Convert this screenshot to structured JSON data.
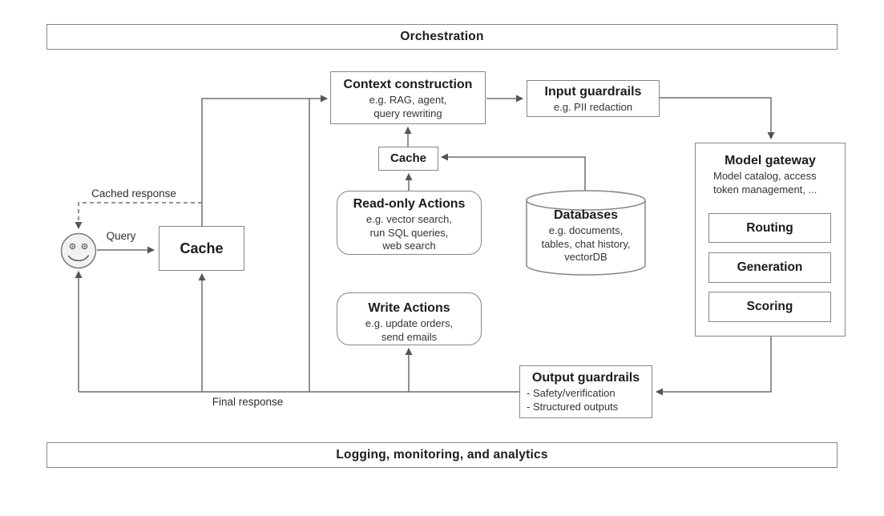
{
  "diagram": {
    "orchestration_bar": {
      "label": "Orchestration"
    },
    "logging_bar": {
      "label": "Logging, monitoring, and analytics"
    },
    "nodes": {
      "context_construction": {
        "title": "Context construction",
        "subtitle": "e.g. RAG, agent,\nquery rewriting"
      },
      "input_guardrails": {
        "title": "Input guardrails",
        "subtitle": "e.g. PII redaction"
      },
      "model_gateway": {
        "title": "Model gateway",
        "subtitle": "Model catalog, access\ntoken management, ...",
        "children": [
          {
            "label": "Routing"
          },
          {
            "label": "Generation"
          },
          {
            "label": "Scoring"
          }
        ]
      },
      "cache_left": {
        "title": "Cache"
      },
      "cache_center": {
        "title": "Cache"
      },
      "read_only_actions": {
        "title": "Read-only Actions",
        "subtitle": "e.g. vector search,\nrun SQL queries,\nweb search"
      },
      "databases": {
        "title": "Databases",
        "subtitle": "e.g. documents,\ntables, chat history,\nvectorDB"
      },
      "write_actions": {
        "title": "Write Actions",
        "subtitle": "e.g. update orders,\nsend emails"
      },
      "output_guardrails": {
        "title": "Output guardrails",
        "subtitle": "- Safety/verification\n- Structured outputs"
      }
    },
    "edge_labels": {
      "query": "Query",
      "cached_response": "Cached response",
      "final_response": "Final response"
    },
    "icons": {
      "user": "smiley-face-icon",
      "databases": "database-cylinder-icon"
    },
    "colors": {
      "line": "#6e6e6e",
      "box_border": "#868686",
      "title_text": "#1c1c1c",
      "body_text": "#333333",
      "face_fill": "#f1f1f1",
      "background": "#ffffff"
    }
  }
}
